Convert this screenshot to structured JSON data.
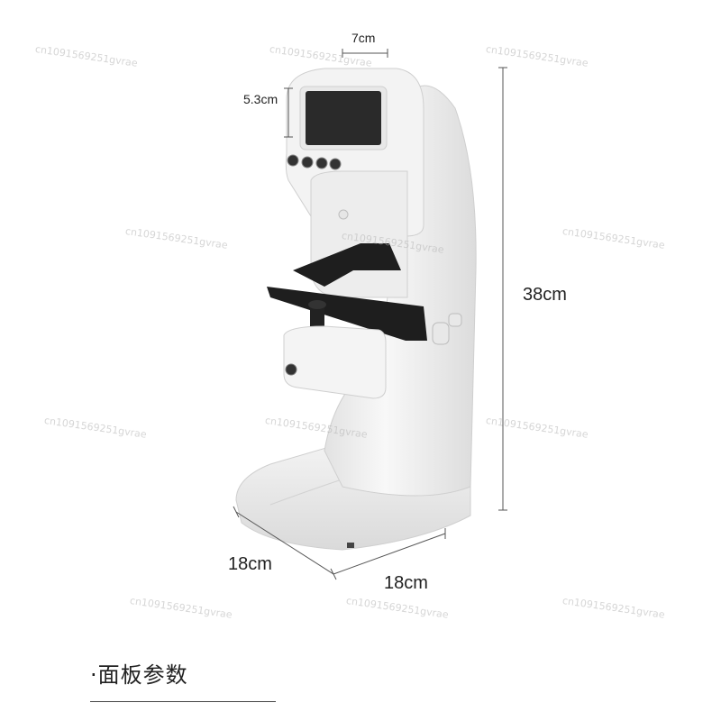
{
  "dimensions": {
    "screen_width": "7cm",
    "screen_height": "5.3cm",
    "height": "38cm",
    "depth": "18cm",
    "width": "18cm"
  },
  "watermark": {
    "line1": "cn1091569251gvrae",
    "line2": "cn1091569251gvrae"
  },
  "section": {
    "heading": "·面板参数"
  },
  "colors": {
    "device_body": "#f4f4f4",
    "device_shadow": "#d9d9d9",
    "screen": "#2a2a2a",
    "holder": "#1e1e1e",
    "dimension_line": "#555555"
  }
}
